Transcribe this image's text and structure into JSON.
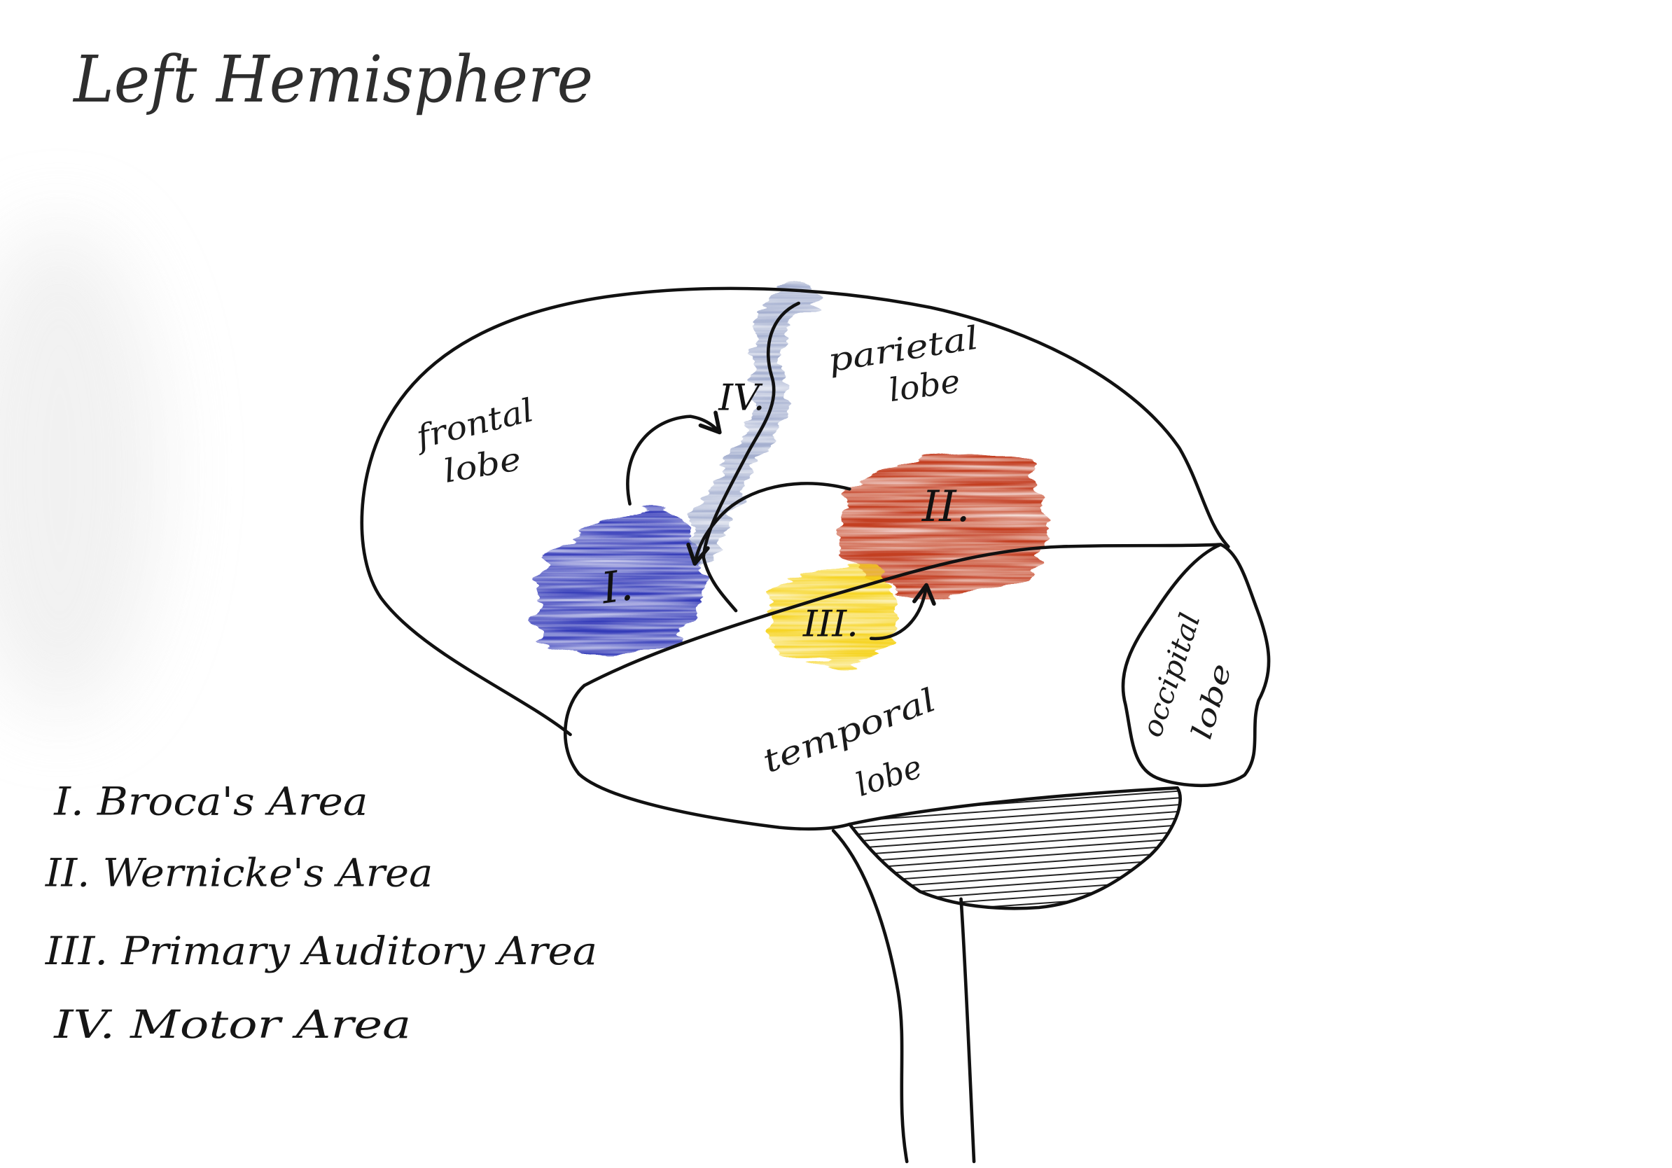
{
  "title": "Left Hemisphere",
  "lobes": {
    "frontal": [
      "frontal",
      "lobe"
    ],
    "parietal": [
      "parietal",
      "lobe"
    ],
    "temporal": [
      "temporal",
      "lobe"
    ],
    "occipital": [
      "occipital",
      "lobe"
    ]
  },
  "areas": [
    {
      "numeral": "I.",
      "name": "Broca's Area",
      "color": "#2b33b5"
    },
    {
      "numeral": "II.",
      "name": "Wernicke's Area",
      "color": "#c03512"
    },
    {
      "numeral": "III.",
      "name": "Primary Auditory Area",
      "color": "#f6d31c"
    },
    {
      "numeral": "IV.",
      "name": "Motor Area",
      "color": "#8f9cc4"
    }
  ],
  "colors": {
    "ink": "#111111",
    "background": "#ffffff"
  }
}
